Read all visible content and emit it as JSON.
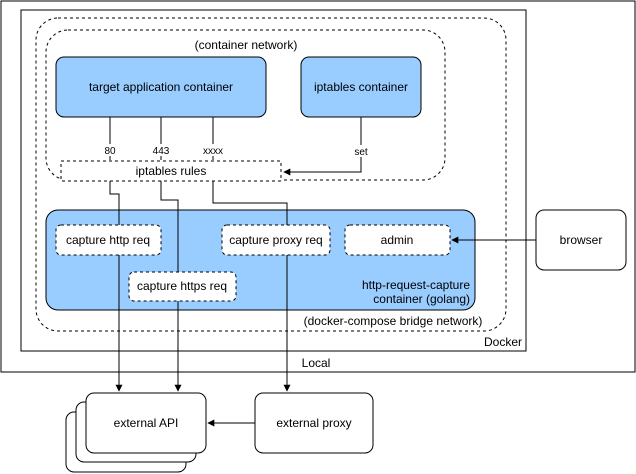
{
  "colors": {
    "box_fill": "#99CCFF",
    "stroke": "#000000",
    "background": "#FFFFFF"
  },
  "labels": {
    "container_network": "(container network)",
    "target_app": "target application container",
    "iptables_container": "iptables container",
    "port_80": "80",
    "port_443": "443",
    "port_xxxx": "xxxx",
    "set": "set",
    "iptables_rules": "iptables rules",
    "capture_http": "capture http req",
    "capture_proxy": "capture proxy req",
    "admin": "admin",
    "capture_https": "capture https req",
    "capture_container_line1": "http-request-capture",
    "capture_container_line2": "container (golang)",
    "bridge_network": "(docker-compose bridge network)",
    "docker": "Docker",
    "local": "Local",
    "browser": "browser",
    "external_api": "external API",
    "external_proxy": "external proxy"
  }
}
